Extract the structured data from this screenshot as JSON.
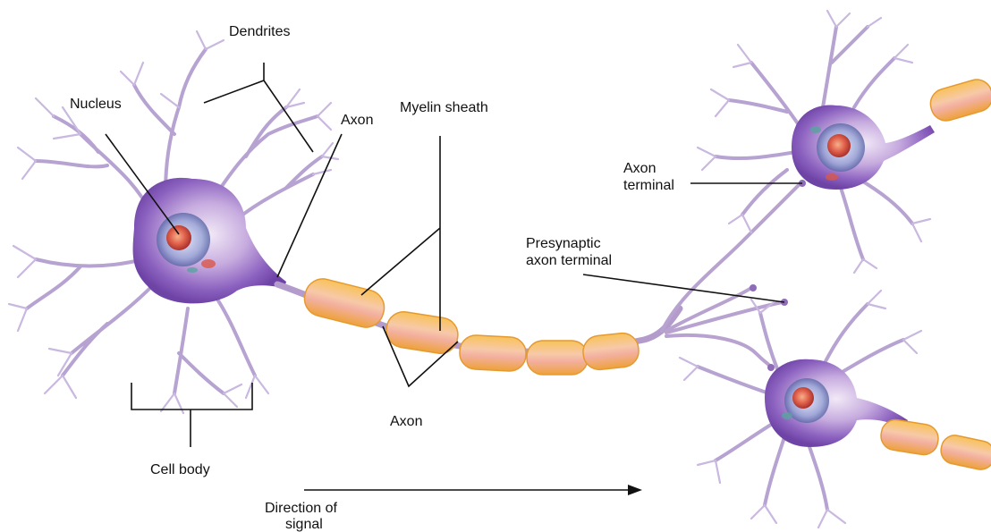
{
  "labels": {
    "dendrites": "Dendrites",
    "nucleus": "Nucleus",
    "axon_top": "Axon",
    "myelin_sheath": "Myelin sheath",
    "axon_terminal_line1": "Axon",
    "axon_terminal_line2": "terminal",
    "presynaptic_line1": "Presynaptic",
    "presynaptic_line2": "axon terminal",
    "axon_bottom": "Axon",
    "cell_body": "Cell body",
    "direction_line1": "Direction of",
    "direction_line2": "signal"
  },
  "colors": {
    "cell_body_purple": "#7b4fb3",
    "dendrite_lavender": "#b7a3d2",
    "myelin_orange": "#f4b14a",
    "myelin_pink": "#f3b8a4",
    "nucleus_red": "#e0604a",
    "leader_line": "#111111"
  }
}
